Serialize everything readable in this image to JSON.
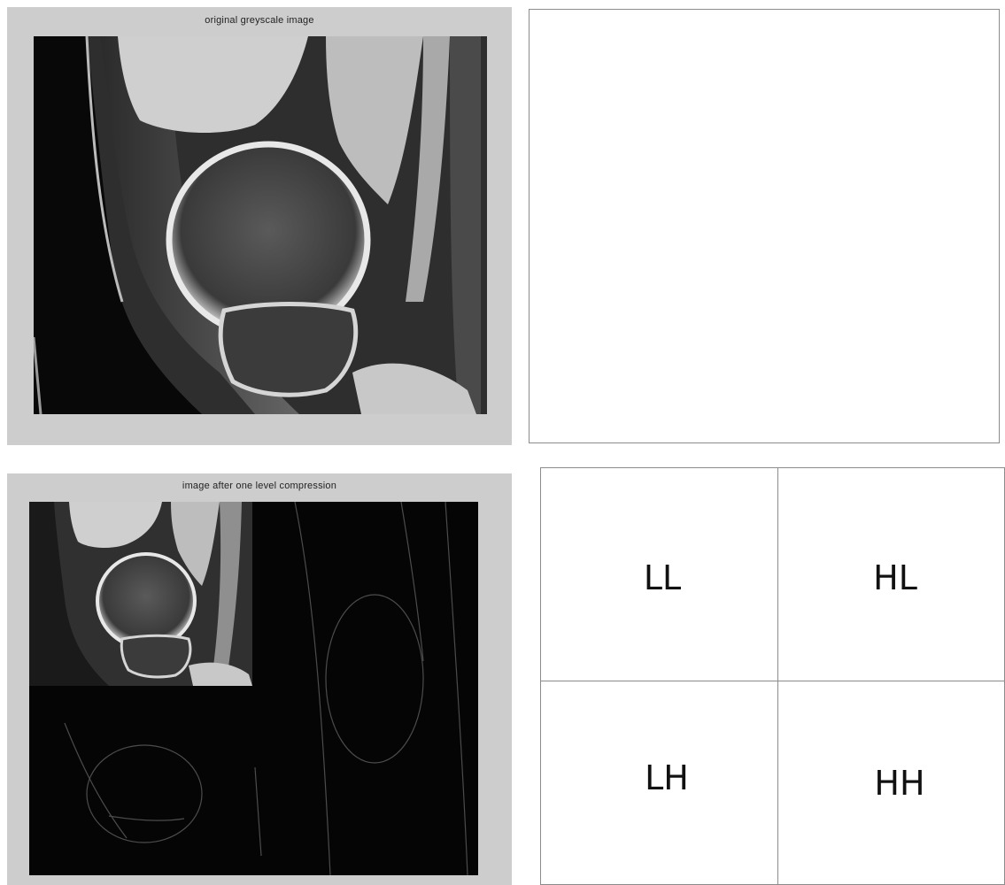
{
  "figures": {
    "original": {
      "title": "original greyscale image"
    },
    "compressed": {
      "title": "image after one level compression"
    }
  },
  "subbands": {
    "top_left": "LL",
    "top_right": "HL",
    "bottom_left": "LH",
    "bottom_right": "HH"
  }
}
